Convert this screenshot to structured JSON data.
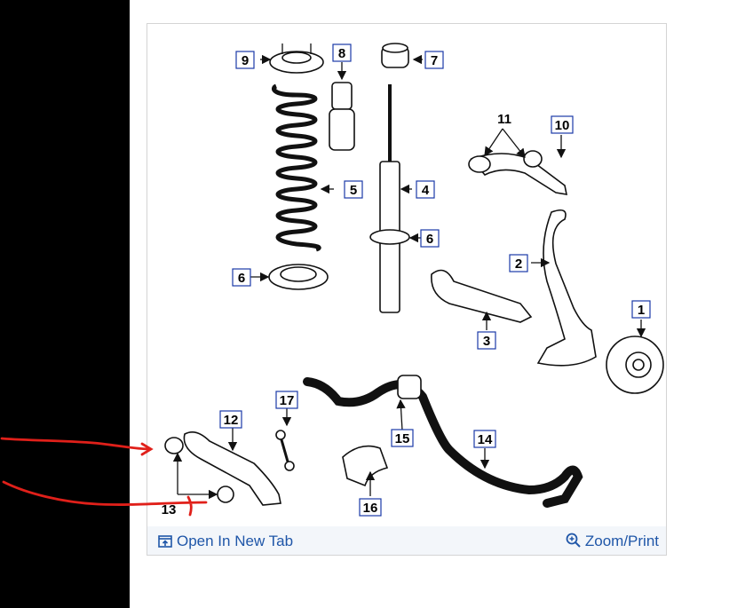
{
  "footer": {
    "open_new_tab": "Open In New Tab",
    "zoom_print": "Zoom/Print",
    "link_color": "#1f56a8"
  },
  "diagram": {
    "callouts": [
      "9",
      "8",
      "7",
      "11",
      "10",
      "5",
      "4",
      "6",
      "6",
      "2",
      "3",
      "1",
      "12",
      "17",
      "15",
      "14",
      "16",
      "13"
    ]
  },
  "annotations": {
    "marker_color": "#e0201a"
  }
}
